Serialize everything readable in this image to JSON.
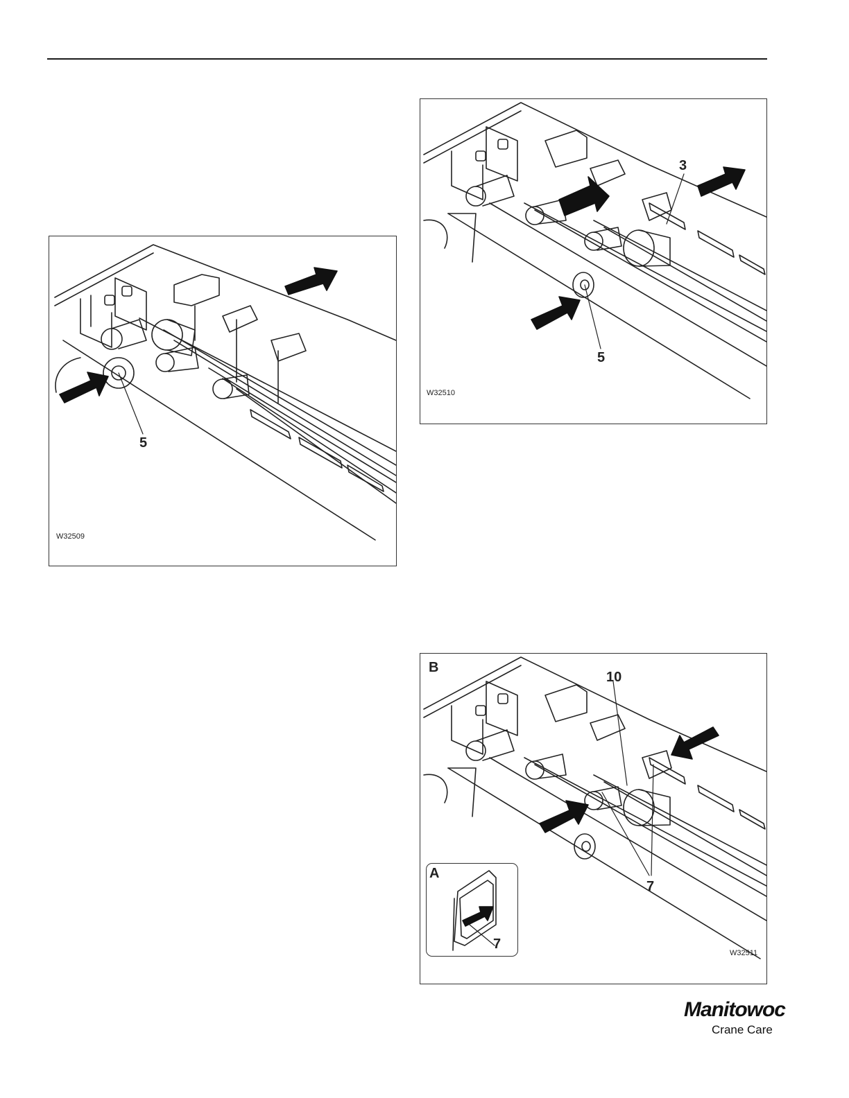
{
  "figures": [
    {
      "id": "fig1",
      "code": "W32509",
      "callouts": [
        "5"
      ]
    },
    {
      "id": "fig2",
      "code": "W32510",
      "callouts": [
        "3",
        "5"
      ]
    },
    {
      "id": "fig3",
      "code": "W32511",
      "panel_label": "B",
      "inset_label": "A",
      "callouts": [
        "10",
        "7",
        "7"
      ]
    }
  ],
  "logo": {
    "brand": "Manitowoc",
    "subtitle": "Crane Care"
  }
}
